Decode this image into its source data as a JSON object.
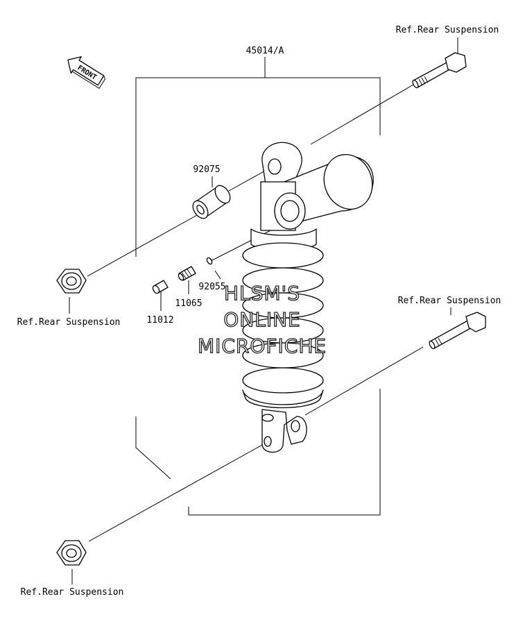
{
  "labels": {
    "assembly": "45014/A",
    "ref_top_right": "Ref.Rear Suspension",
    "ref_left": "Ref.Rear Suspension",
    "ref_mid_right": "Ref.Rear Suspension",
    "ref_bottom_left": "Ref.Rear Suspension",
    "part_92075": "92075",
    "part_92055": "92055",
    "part_11065": "11065",
    "part_11012": "11012"
  },
  "front_arrow": {
    "text": "FRONT"
  },
  "watermark": {
    "line1": "HLSM'S",
    "line2": "ONLINE",
    "line3": "MICROFICHE"
  },
  "colors": {
    "ink": "#000000",
    "background": "#ffffff"
  }
}
